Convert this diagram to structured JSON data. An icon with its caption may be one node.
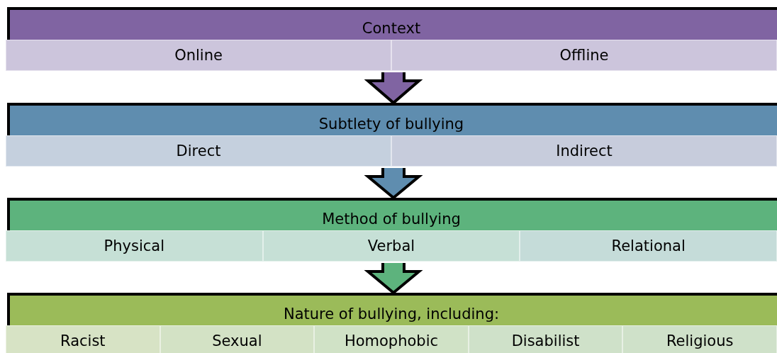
{
  "diagram": {
    "nodes": [
      {
        "text": [
          "Context"
        ]
      },
      {
        "text": [
          "Online"
        ],
        "in": 0
      },
      {
        "text": [
          "Offline"
        ],
        "in": 0
      },
      {
        "text": [
          "Subtlety of bullying"
        ]
      },
      {
        "text": [
          "Direct"
        ],
        "in": 3
      },
      {
        "text": [
          "Indirect"
        ],
        "in": 3
      },
      {
        "text": [
          "Method of bullying"
        ]
      },
      {
        "text": [
          "Physical"
        ],
        "in": 6
      },
      {
        "text": [
          "Verbal"
        ],
        "in": 6
      },
      {
        "text": [
          "Relational"
        ],
        "in": 6
      },
      {
        "text": [
          "Nature of bullying, including:"
        ]
      },
      {
        "text": [
          "Racist"
        ],
        "in": 10
      },
      {
        "text": [
          "Sexual"
        ],
        "in": 10
      },
      {
        "text": [
          "Homophobic"
        ],
        "in": 10
      },
      {
        "text": [
          "Disabilist"
        ],
        "in": 10
      },
      {
        "text": [
          "Religious"
        ],
        "in": 10
      }
    ],
    "edges": [
      {
        "from": 0,
        "to": 3,
        "arrow": "to",
        "color": "#8064a2"
      },
      {
        "from": 3,
        "to": 6,
        "arrow": "to",
        "color": "#5f8daf"
      },
      {
        "from": 6,
        "to": 10,
        "arrow": "to",
        "color": "#5db37d"
      }
    ]
  }
}
